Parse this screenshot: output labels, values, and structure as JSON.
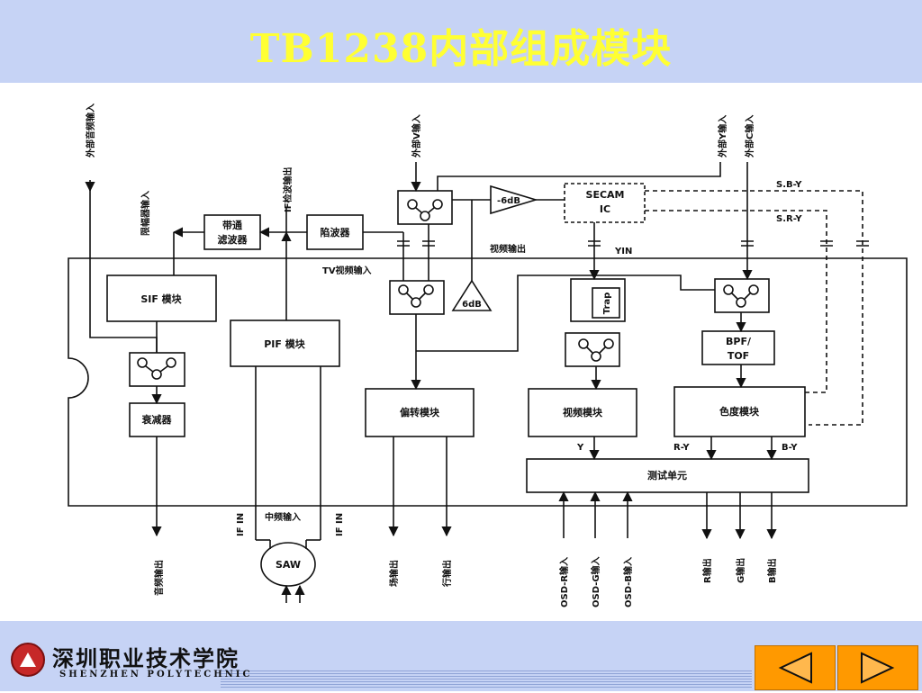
{
  "header": {
    "title": "TB1238内部组成模块"
  },
  "diagram": {
    "blocks": {
      "sif": "SIF 模块",
      "pif": "PIF 模块",
      "bandpass_line1": "带通",
      "bandpass_line2": "滤波器",
      "trap_filter": "陷波器",
      "attenuator": "衰减器",
      "deflection": "偏转模块",
      "video": "视频模块",
      "chroma": "色度模块",
      "test_unit": "测试单元",
      "secam_line1": "SECAM",
      "secam_line2": "IC",
      "bpf_line1": "BPF/",
      "bpf_line2": "TOF",
      "trap": "Trap",
      "saw": "SAW",
      "amp_in": "6dB",
      "amp_out": "-6dB"
    },
    "labels": {
      "ext_audio_in": "外部音频输入",
      "limiter_in": "限幅器输入",
      "if_det_out": "IF检波输出",
      "ext_v_in": "外部V输入",
      "ext_y_in": "外部Y输入",
      "ext_c_in": "外部C输入",
      "sby": "S.B-Y",
      "sry": "S.R-Y",
      "video_out": "视频输出",
      "yin": "YIN",
      "tv_video_in": "TV视频输入",
      "y": "Y",
      "ry": "R-Y",
      "by": "B-Y",
      "if_in_left": "IF IN",
      "if_in_right": "IF IN",
      "mid_freq_in": "中频输入",
      "audio_out": "音频输出",
      "field_out": "场输出",
      "line_out": "行输出",
      "osd_r_in": "OSD-R输入",
      "osd_g_in": "OSD-G输入",
      "osd_b_in": "OSD-B输入",
      "r_out": "R输出",
      "g_out": "G输出",
      "b_out": "B输出"
    }
  },
  "footer": {
    "school_name": "深圳职业技术学院",
    "school_en": "SHENZHEN POLYTECHNIC",
    "prev_icon": "triangle-left-icon",
    "next_icon": "triangle-right-icon"
  }
}
